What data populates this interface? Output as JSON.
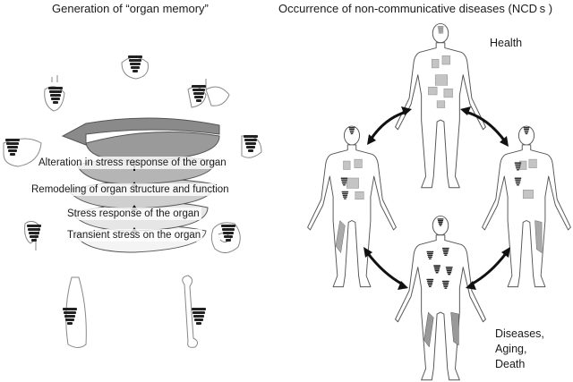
{
  "left_panel": {
    "title": "Generation of “organ memory”",
    "stages": [
      "Alteration in stress response of the organ",
      "Remodeling of organ structure and function",
      "Stress response of the organ",
      "Transient stress on the organ"
    ]
  },
  "right_panel": {
    "title": "Occurrence of non-communicative diseases (NCD s )",
    "health_label": "Health",
    "outcome_labels": [
      "Diseases,",
      "Aging,",
      "Death"
    ]
  },
  "colors": {
    "spiral_light": "#ededed",
    "spiral_mid": "#b5b5b5",
    "spiral_dark": "#8a8a8a",
    "outline": "#555555",
    "memory_dark": "#222222",
    "memory_light": "#bdbdbd"
  }
}
